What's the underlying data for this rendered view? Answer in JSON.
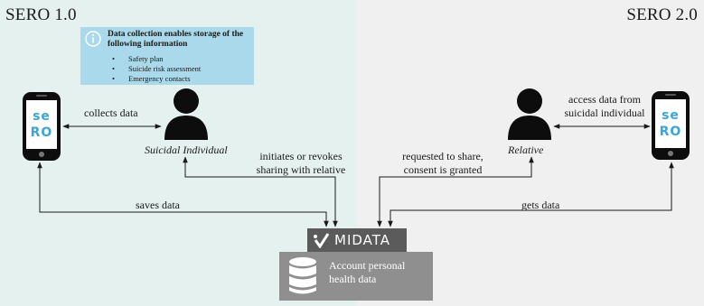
{
  "header": {
    "left_title": "SERO 1.0",
    "right_title": "SERO 2.0"
  },
  "info_box": {
    "icon": "info-icon",
    "title": "Data collection enables storage of the following information",
    "items": [
      "Safety plan",
      "Suicide risk assessment",
      "Emergency contacts"
    ]
  },
  "phone_left": {
    "logo_line1": "se",
    "logo_line2": "RO"
  },
  "phone_right": {
    "logo_line1": "se",
    "logo_line2": "RO"
  },
  "person_left": {
    "icon": "person-icon",
    "label": "Suicidal Individual"
  },
  "person_right": {
    "icon": "person-icon",
    "label": "Relative"
  },
  "edges": {
    "collects_data": "collects data",
    "initiates_line1": "initiates or revokes",
    "initiates_line2": "sharing with relative",
    "saves_data": "saves data",
    "requested_line1": "requested to share,",
    "requested_line2": "consent is granted",
    "access_line1": "access data from",
    "access_line2": "suicidal individual",
    "gets_data": "gets data"
  },
  "midata": {
    "label": "MIDATA",
    "icon": "midata-logo-icon"
  },
  "account": {
    "icon": "database-icon",
    "line1": "Account personal",
    "line2": "health data"
  },
  "colors": {
    "left_bg": "#e4f1ef",
    "right_bg": "#f0f0f0",
    "info_bg": "#a9d9ea",
    "midata_bg": "#5b5b5b",
    "account_bg": "#8f8f8f",
    "logo": "#3aa5d8"
  }
}
